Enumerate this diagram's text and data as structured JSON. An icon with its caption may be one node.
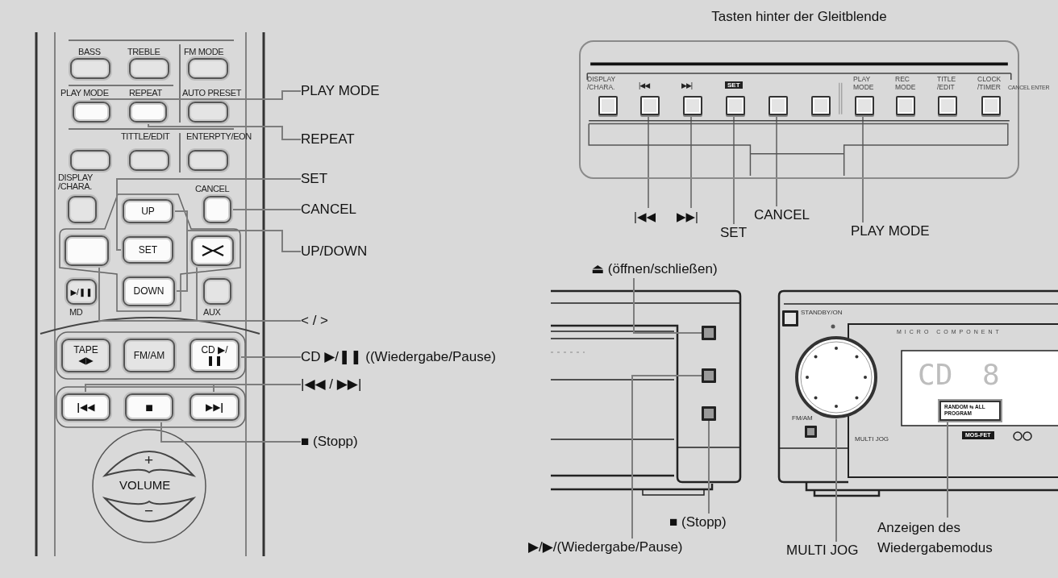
{
  "diagram": {
    "nodes": [
      {
        "text": [],
        "shape": "box"
      },
      {
        "text": [],
        "shape": "box"
      },
      {
        "text": [],
        "shape": "box"
      },
      {
        "text": [],
        "shape": "box"
      },
      {
        "text": [],
        "shape": "box"
      },
      {
        "text": [],
        "shape": "box"
      },
      {
        "text": [],
        "shape": "box"
      },
      {
        "text": [],
        "shape": "box"
      },
      {
        "text": [],
        "shape": "box"
      },
      {
        "text": [],
        "shape": "box"
      },
      {
        "text": [
          "UP"
        ]
      },
      {
        "text": [],
        "shape": "box"
      },
      {
        "text": [],
        "shape": "box"
      },
      {
        "text": [
          "SET"
        ]
      },
      {
        "text": [],
        "shape": "box"
      },
      {
        "text": [
          "▶/❚❚"
        ]
      },
      {
        "text": [
          "DOWN"
        ]
      },
      {
        "text": [],
        "shape": "box"
      },
      {
        "text": [
          "TAPE ◀▶"
        ]
      },
      {
        "text": [
          "FM/AM"
        ]
      },
      {
        "text": [
          "CD ▶/❚❚"
        ]
      },
      {
        "text": [
          "|◀◀"
        ]
      },
      {
        "text": [
          "■"
        ]
      },
      {
        "text": [
          "▶▶|"
        ]
      },
      {
        "text": [
          "PLAY MODE"
        ]
      },
      {
        "text": [
          "REPEAT"
        ]
      },
      {
        "text": [
          "SET"
        ]
      },
      {
        "text": [
          "CANCEL"
        ]
      },
      {
        "text": [
          "UP/DOWN"
        ]
      },
      {
        "text": [
          "< / >"
        ]
      },
      {
        "text": [
          "CD ▶/❚❚ ((Wiedergabe/Pause)"
        ]
      },
      {
        "text": [
          "|◀◀ / ▶▶|"
        ]
      },
      {
        "text": [
          "■ (Stopp)"
        ]
      },
      {
        "text": [
          "Tasten hinter der Gleitblende"
        ]
      },
      {
        "text": [],
        "shape": "box",
        "in": 33
      },
      {
        "text": [],
        "shape": "box",
        "in": 33
      },
      {
        "text": [],
        "shape": "box",
        "in": 33
      },
      {
        "text": [],
        "shape": "box",
        "in": 33
      },
      {
        "text": [],
        "shape": "box",
        "in": 33
      },
      {
        "text": [],
        "shape": "box",
        "in": 33
      },
      {
        "text": [],
        "shape": "box",
        "in": 33
      },
      {
        "text": [],
        "shape": "box",
        "in": 33
      },
      {
        "text": [],
        "shape": "box",
        "in": 33
      },
      {
        "text": [],
        "shape": "box",
        "in": 33
      },
      {
        "text": [
          "|◀◀"
        ]
      },
      {
        "text": [
          "▶▶|"
        ]
      },
      {
        "text": [
          "SET"
        ]
      },
      {
        "text": [
          "CANCEL"
        ]
      },
      {
        "text": [
          "PLAY MODE"
        ]
      },
      {
        "text": [
          "⏏ (öffnen/schließen)"
        ]
      },
      {
        "text": [],
        "shape": "box"
      },
      {
        "text": [],
        "shape": "box"
      },
      {
        "text": [],
        "shape": "box"
      },
      {
        "text": [
          "■ (Stopp)"
        ]
      },
      {
        "text": [
          "▶/▶/(Wiedergabe/Pause)"
        ]
      },
      {
        "text": [],
        "shape": "box"
      },
      {
        "text": [],
        "shape": "circle"
      },
      {
        "text": [
          "RANDOM ⇆ ALL PROGRAM"
        ]
      },
      {
        "text": [],
        "shape": "box"
      },
      {
        "text": [
          "MULTI JOG"
        ]
      },
      {
        "text": [
          "Anzeigen des Wiedergabemodus"
        ]
      }
    ],
    "edges": [
      {
        "from": 24,
        "to": 3,
        "arrow": "none"
      },
      {
        "from": 25,
        "to": 4,
        "arrow": "none"
      },
      {
        "from": 26,
        "to": 13,
        "arrow": "none"
      },
      {
        "from": 27,
        "to": 11,
        "arrow": "none"
      },
      {
        "from": 28,
        "to": 10,
        "arrow": "none"
      },
      {
        "from": 28,
        "to": 16,
        "arrow": "none"
      },
      {
        "from": 29,
        "to": 12,
        "arrow": "none"
      },
      {
        "from": 29,
        "to": 14,
        "arrow": "none"
      },
      {
        "from": 30,
        "to": 20,
        "arrow": "none"
      },
      {
        "from": 31,
        "to": 21,
        "arrow": "none"
      },
      {
        "from": 31,
        "to": 23,
        "arrow": "none"
      },
      {
        "from": 32,
        "to": 22,
        "arrow": "none"
      },
      {
        "from": 44,
        "to": 35,
        "arrow": "none"
      },
      {
        "from": 45,
        "to": 36,
        "arrow": "none"
      },
      {
        "from": 46,
        "to": 37,
        "arrow": "none"
      },
      {
        "from": 47,
        "to": 38,
        "arrow": "none"
      },
      {
        "from": 48,
        "to": 40,
        "arrow": "none"
      },
      {
        "from": 49,
        "to": 50,
        "arrow": "none"
      },
      {
        "from": 54,
        "to": 51,
        "arrow": "none"
      },
      {
        "from": 53,
        "to": 52,
        "arrow": "none"
      },
      {
        "from": 59,
        "to": 56,
        "arrow": "none"
      },
      {
        "from": 60,
        "to": 57,
        "arrow": "none"
      }
    ],
    "labels": [
      "BASS",
      "TREBLE",
      "FM MODE",
      "PLAY MODE",
      "REPEAT",
      "AUTO PRESET",
      "TITTLE/EDIT",
      "ENTERPTY/EON",
      "DISPLAY /CHARA.",
      "CANCEL",
      "MD",
      "AUX",
      "+",
      "VOLUME",
      "−",
      "DISPLAY /CHARA.",
      "|◀◀",
      "▶▶|",
      "SET",
      "PLAY MODE",
      "REC MODE",
      "TITLE /EDIT",
      "CLOCK /TIMER",
      "CANCEL ENTER",
      "STANDBY/ON",
      "MICRO COMPONENT",
      "CD",
      "8",
      "FM/AM",
      "MULTI JOG",
      "MOS-FET"
    ]
  }
}
